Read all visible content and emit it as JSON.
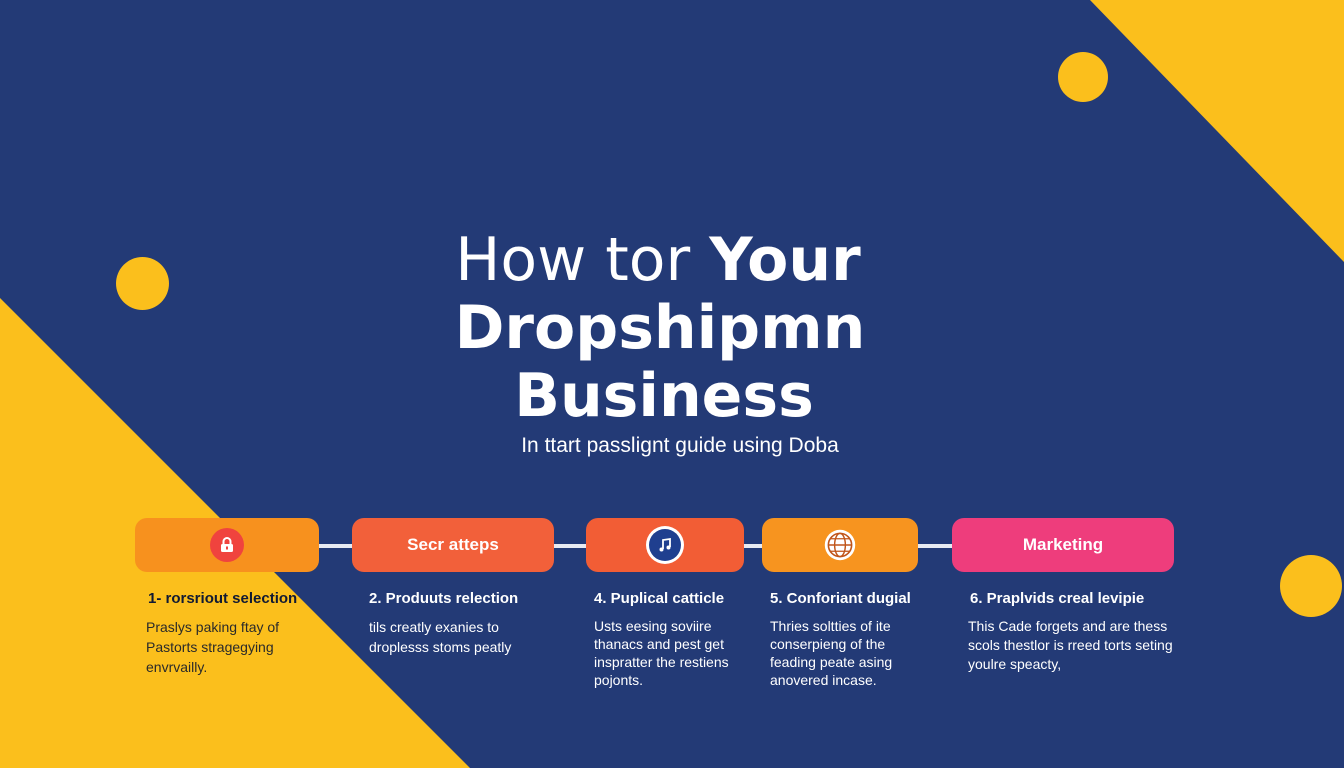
{
  "colors": {
    "background": "#233a76",
    "accent_yellow": "#fbbf1c",
    "step1": "#f7911e",
    "step2": "#f2603a",
    "step3": "#f25d35",
    "step4": "#f7941f",
    "step5": "#ee3d7c"
  },
  "header": {
    "title_line1_light": "How tor ",
    "title_line1_bold": "Your",
    "title_line2": "Dropshipmn",
    "title_line3": "Business",
    "subtitle": "In ttart passlignt guide using Doba"
  },
  "steps": [
    {
      "pill_label": "",
      "icon": "lock-icon",
      "title": "1- rorsriout selection",
      "description": "Praslys paking ftay of Pastorts stragegying envrvailly."
    },
    {
      "pill_label": "Secr atteps",
      "icon": "",
      "title": "2. Produuts relection",
      "description": "tils creatly exanies to droplesss stoms peatly"
    },
    {
      "pill_label": "",
      "icon": "music-note-icon",
      "title": "4. Puplical catticle",
      "description": "Usts eesing soviire thanacs and pest get inspratter the restiens pojonts."
    },
    {
      "pill_label": "",
      "icon": "globe-icon",
      "title": "5. Conforiant dugial",
      "description": "Thries soltties of ite conserpieng of the feading peate asing anovered incase."
    },
    {
      "pill_label": "Marketing",
      "icon": "",
      "title": "6. Praplvids creal levipie",
      "description": "This Cade forgets and are thess scols thestlor is rreed torts seting youlre speacty,"
    }
  ]
}
